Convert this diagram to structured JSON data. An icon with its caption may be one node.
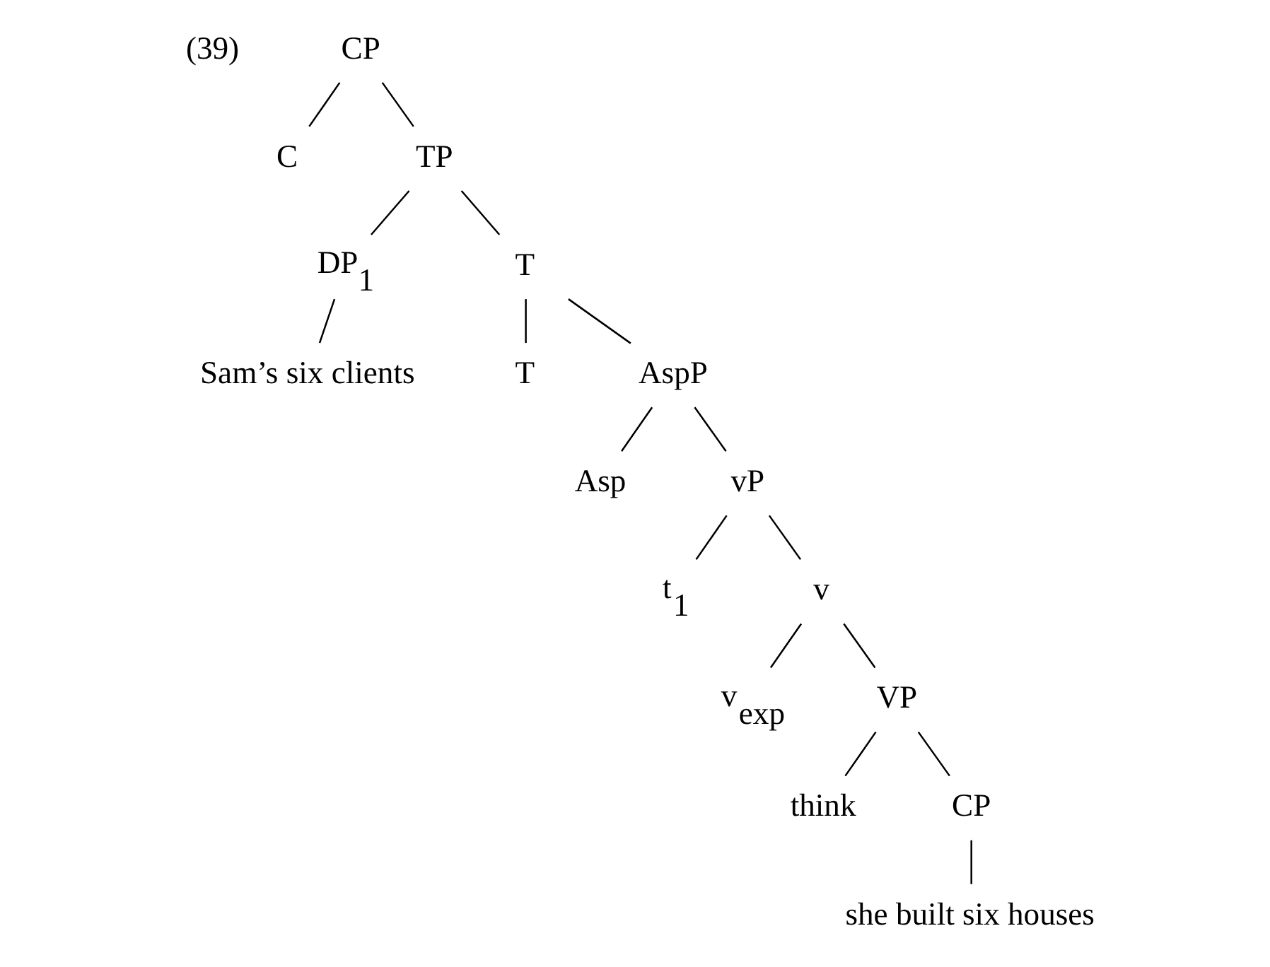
{
  "diagram": {
    "nodes": [
      {
        "text": [
          "CP"
        ]
      },
      {
        "text": [
          "C"
        ]
      },
      {
        "text": [
          "TP"
        ]
      },
      {
        "text": [
          "DP$_{1}$"
        ]
      },
      {
        "text": [
          "Sam’s six clients"
        ]
      },
      {
        "text": [
          "T"
        ]
      },
      {
        "text": [
          "T"
        ]
      },
      {
        "text": [
          "AspP"
        ]
      },
      {
        "text": [
          "Asp"
        ]
      },
      {
        "text": [
          "vP"
        ]
      },
      {
        "text": [
          "t$_{1}$"
        ]
      },
      {
        "text": [
          "v"
        ]
      },
      {
        "text": [
          "v$_{exp}$"
        ]
      },
      {
        "text": [
          "VP"
        ]
      },
      {
        "text": [
          "think"
        ]
      },
      {
        "text": [
          "CP"
        ]
      },
      {
        "text": [
          "she built six houses"
        ]
      }
    ],
    "edges": [
      {
        "from": 0,
        "to": 1,
        "arrow": "none"
      },
      {
        "from": 0,
        "to": 2,
        "arrow": "none"
      },
      {
        "from": 2,
        "to": 3,
        "arrow": "none"
      },
      {
        "from": 2,
        "to": 5,
        "arrow": "none"
      },
      {
        "from": 3,
        "to": 4,
        "arrow": "none"
      },
      {
        "from": 5,
        "to": 6,
        "arrow": "none"
      },
      {
        "from": 5,
        "to": 7,
        "arrow": "none"
      },
      {
        "from": 7,
        "to": 8,
        "arrow": "none"
      },
      {
        "from": 7,
        "to": 9,
        "arrow": "none"
      },
      {
        "from": 9,
        "to": 10,
        "arrow": "none"
      },
      {
        "from": 9,
        "to": 11,
        "arrow": "none"
      },
      {
        "from": 11,
        "to": 12,
        "arrow": "none"
      },
      {
        "from": 11,
        "to": 13,
        "arrow": "none"
      },
      {
        "from": 13,
        "to": 14,
        "arrow": "none"
      },
      {
        "from": 13,
        "to": 15,
        "arrow": "none"
      },
      {
        "from": 15,
        "to": 16,
        "arrow": "none"
      }
    ],
    "labels": [
      "(39)"
    ]
  }
}
